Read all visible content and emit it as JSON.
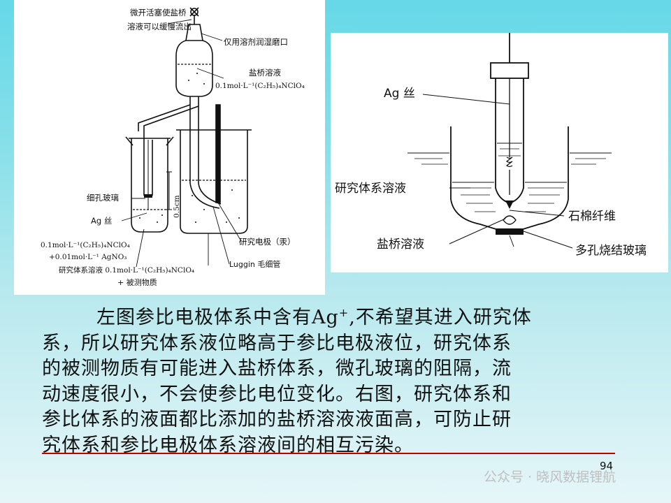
{
  "left_figure": {
    "label_top1": "微开活塞使盐桥",
    "label_top2": "溶液可以缓慢流出",
    "label_grind": "仅用溶剂润湿磨口",
    "label_salt_bridge": "盐桥溶液",
    "label_salt_conc": "0.1mol·L⁻¹(C₂H₅)₄NClO₄",
    "label_fine_glass": "细孔玻璃",
    "label_ag": "Ag 丝",
    "label_ref_sol1": "0.1mol·L⁻¹(C₂H₅)₄NClO₄",
    "label_ref_sol2": "+0.01mol·L⁻¹ AgNO₃",
    "label_dist": "0.5cm",
    "label_study_sol": "研究体系溶液 0.1mol·L⁻¹(C₂H₅)₄NClO₄",
    "label_analyte": "+ 被测物质",
    "label_work_elec": "研究电极（汞）",
    "label_luggin": "Luggin 毛细管"
  },
  "right_figure": {
    "label_ag": "Ag 丝",
    "label_study_sol": "研究体系溶液",
    "label_asbestos": "石棉纤维",
    "label_salt": "盐桥溶液",
    "label_frit": "多孔烧结玻璃"
  },
  "paragraph": {
    "l1a": "左图参比电极体系中含有",
    "l1b": "Ag",
    "l1c": "+",
    "l1d": ",",
    "l1e": "不希望其进入研究体",
    "l2": "系，所以研究体系液位略高于参比电极液位，研究体系",
    "l3": "的被测物质有可能进入盐桥体系，微孔玻璃的阻隔，流",
    "l4": "动速度很小，不会使参比电位变化。右图，研究体系和",
    "l5": "参比体系的液面都比添加的盐桥溶液液面高，可防止研",
    "l6": "究体系和参比电极体系溶液间的相互污染。"
  },
  "page_number": "94",
  "watermark": "公众号 · 晓风数据锂航"
}
